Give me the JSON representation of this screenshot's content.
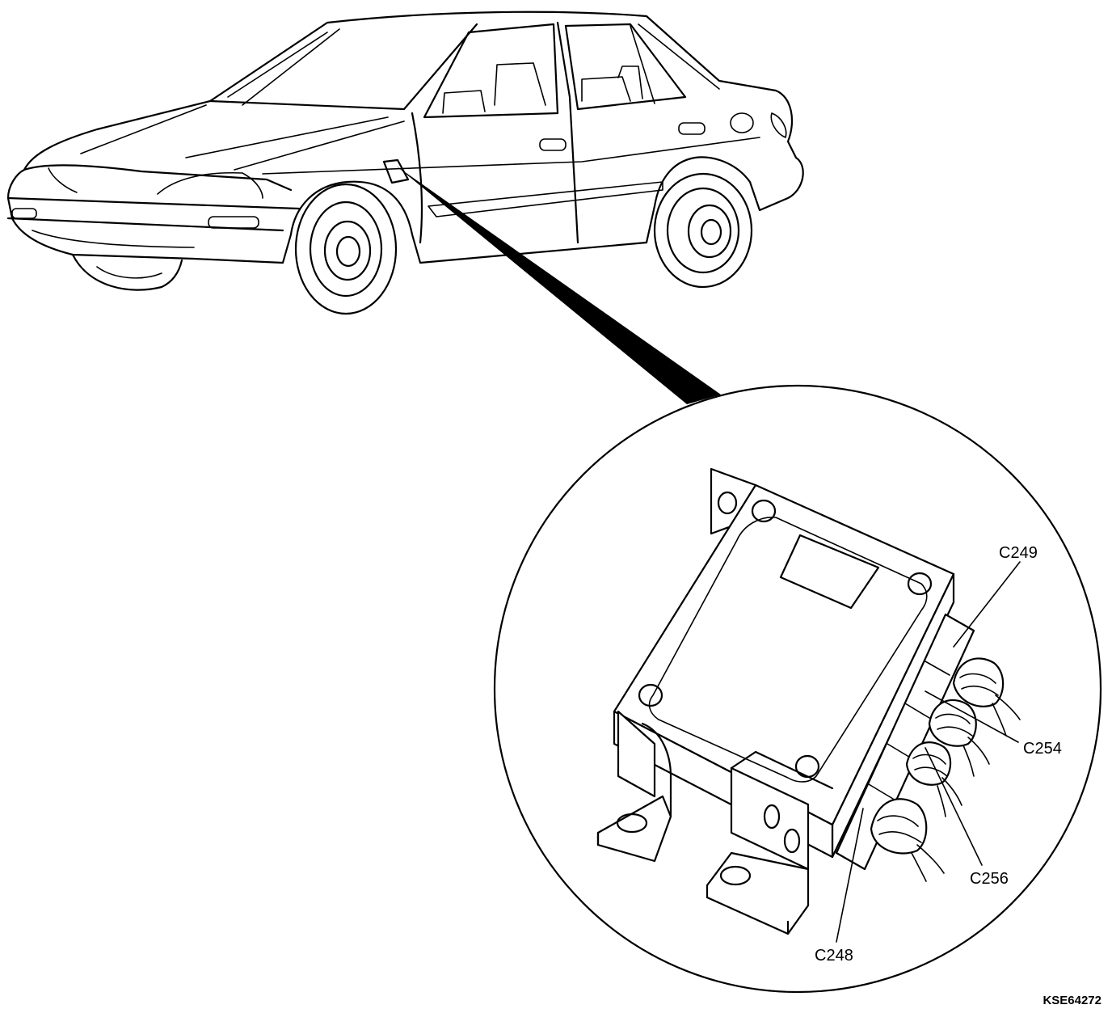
{
  "figure_id": "KSE64272",
  "callouts": {
    "c249": "C249",
    "c254": "C254",
    "c256": "C256",
    "c248": "C248"
  },
  "colors": {
    "line": "#000000",
    "background": "#ffffff"
  }
}
